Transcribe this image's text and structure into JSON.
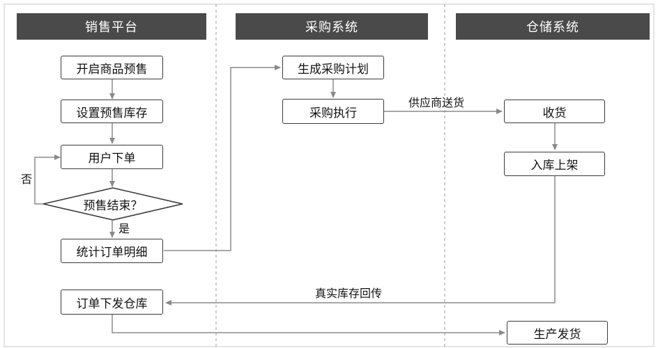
{
  "lanes": {
    "sales": "销售平台",
    "purchase": "采购系统",
    "warehouse": "仓储系统"
  },
  "nodes": {
    "open_presale": "开启商品预售",
    "set_stock": "设置预售库存",
    "user_order": "用户下单",
    "presale_end": "预售结束？",
    "order_detail": "统计订单明细",
    "order_to_wh": "订单下发仓库",
    "gen_plan": "生成采购计划",
    "purchase_exec": "采购执行",
    "receive": "收货",
    "shelve": "入库上架",
    "ship": "生产发货"
  },
  "edge_labels": {
    "no": "否",
    "yes": "是",
    "supplier_delivery": "供应商送货",
    "stock_return": "真实库存回传"
  }
}
